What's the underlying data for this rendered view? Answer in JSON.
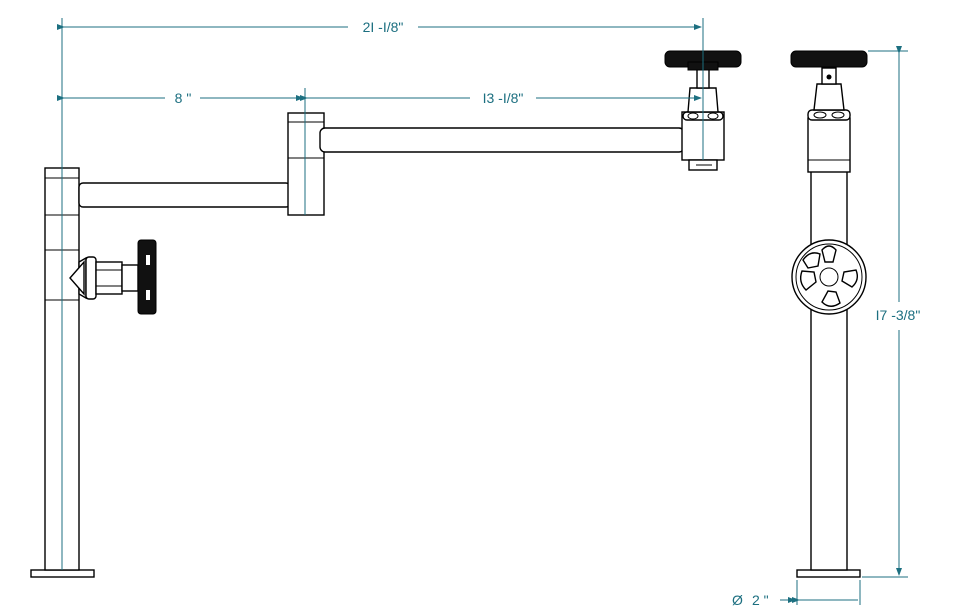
{
  "dimensions": {
    "overall_reach": "2I  -I/8\"",
    "first_arm": "8  \"",
    "second_arm": "I3  -I/8\"",
    "height": "I7  -3/8\"",
    "diameter": "2  \""
  },
  "colors": {
    "dimension": "#1c6f80",
    "line": "#000000",
    "handle": "#111111"
  },
  "icons": {
    "diameter_symbol": "Ø"
  }
}
